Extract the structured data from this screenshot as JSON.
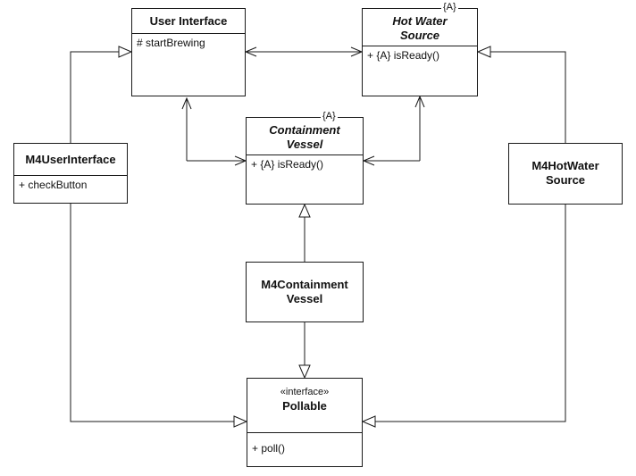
{
  "classes": {
    "user_interface": {
      "name": "User Interface",
      "members": [
        "# startBrewing"
      ]
    },
    "hot_water_source": {
      "name_line1": "Hot Water",
      "name_line2": "Source",
      "abstract_tag": "{A}",
      "members": [
        "+ {A} isReady()"
      ]
    },
    "containment_vessel": {
      "name_line1": "Containment",
      "name_line2": "Vessel",
      "abstract_tag": "{A}",
      "members": [
        "+ {A} isReady()"
      ]
    },
    "m4_user_interface": {
      "name": "M4UserInterface",
      "members": [
        "+ checkButton"
      ]
    },
    "m4_hot_water_source": {
      "name_line1": "M4HotWater",
      "name_line2": "Source"
    },
    "m4_containment_vessel": {
      "name_line1": "M4Containment",
      "name_line2": "Vessel"
    },
    "pollable": {
      "stereotype": "«interface»",
      "name": "Pollable",
      "members": [
        "+ poll()"
      ]
    }
  }
}
